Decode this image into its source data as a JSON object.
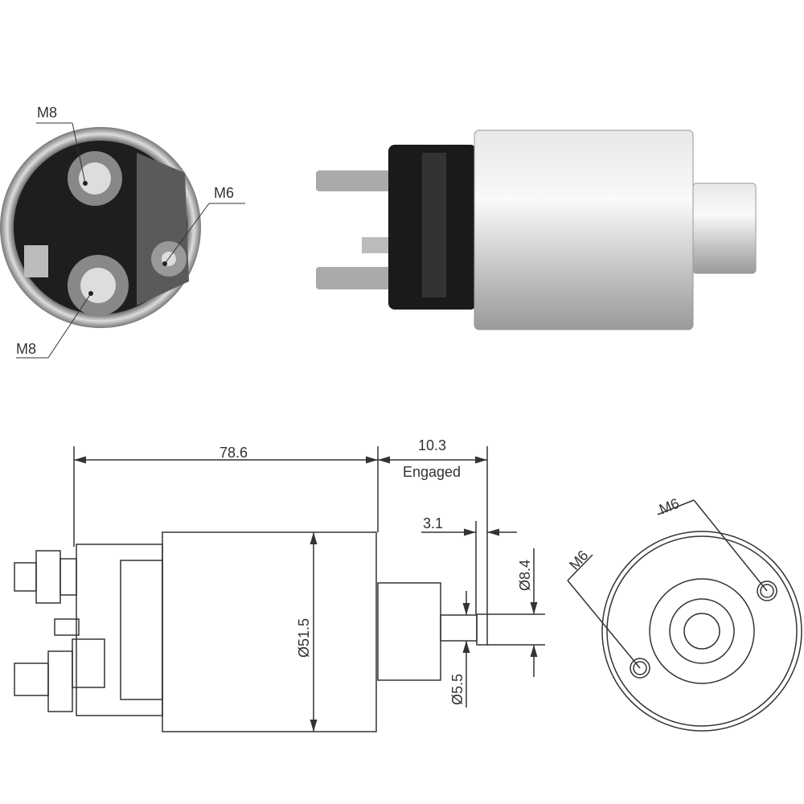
{
  "end_view_photo": {
    "labels": {
      "top_terminal": "M8",
      "side_terminal": "M6",
      "bottom_terminal": "M8"
    }
  },
  "drawing": {
    "overall_length": "78.6",
    "plunger_travel": "10.3",
    "plunger_state": "Engaged",
    "tip_length": "3.1",
    "body_diameter": "Ø51.5",
    "tip_diameter": "Ø8.4",
    "shaft_diameter": "Ø5.5"
  },
  "end_view_drawing": {
    "labels": {
      "upper_hole": "M6",
      "lower_hole": "M6"
    }
  },
  "colors": {
    "line": "#333333",
    "metal": "#c8c8c8",
    "black_cap": "#1a1a1a"
  }
}
